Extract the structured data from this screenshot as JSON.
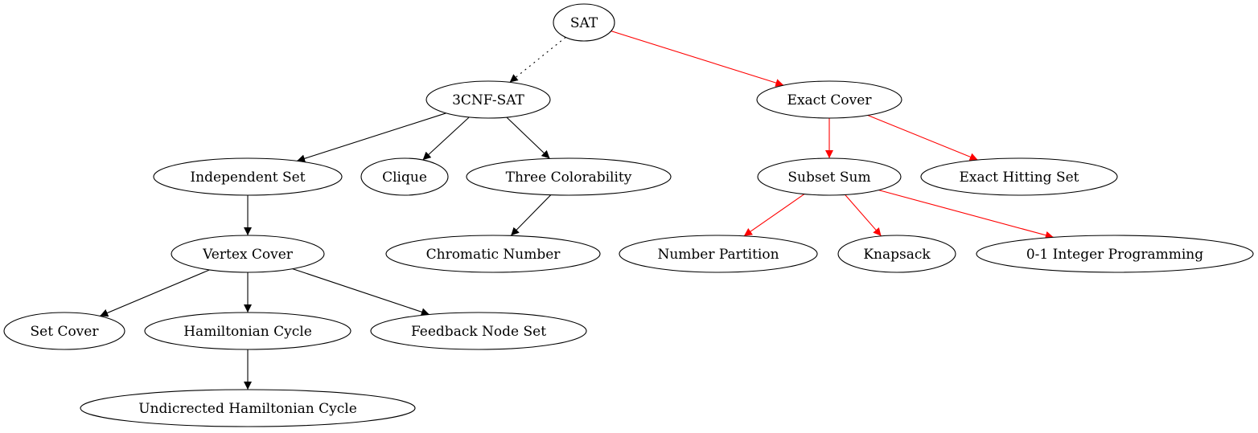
{
  "colors": {
    "default_edge": "#000000",
    "highlight_edge": "#ff0000",
    "node_stroke": "#000000",
    "background": "#ffffff"
  },
  "nodes": [
    {
      "id": "sat",
      "label": "SAT"
    },
    {
      "id": "3cnf",
      "label": "3CNF-SAT"
    },
    {
      "id": "exact-cover",
      "label": "Exact Cover"
    },
    {
      "id": "independent-set",
      "label": "Independent Set"
    },
    {
      "id": "clique",
      "label": "Clique"
    },
    {
      "id": "three-colorability",
      "label": "Three Colorability"
    },
    {
      "id": "subset-sum",
      "label": "Subset Sum"
    },
    {
      "id": "exact-hitting-set",
      "label": "Exact Hitting Set"
    },
    {
      "id": "vertex-cover",
      "label": "Vertex Cover"
    },
    {
      "id": "chromatic-number",
      "label": "Chromatic Number"
    },
    {
      "id": "number-partition",
      "label": "Number Partition"
    },
    {
      "id": "knapsack",
      "label": "Knapsack"
    },
    {
      "id": "integer-programming",
      "label": "0-1 Integer Programming"
    },
    {
      "id": "set-cover",
      "label": "Set Cover"
    },
    {
      "id": "hamiltonian-cycle",
      "label": "Hamiltonian Cycle"
    },
    {
      "id": "feedback-node-set",
      "label": "Feedback Node Set"
    },
    {
      "id": "undirected-hamiltonian-cycle",
      "label": "Undicrected Hamiltonian Cycle"
    }
  ],
  "edges": [
    {
      "from": "sat",
      "to": "3cnf",
      "color": "black",
      "style": "dotted"
    },
    {
      "from": "sat",
      "to": "exact-cover",
      "color": "red",
      "style": "solid"
    },
    {
      "from": "3cnf",
      "to": "independent-set",
      "color": "black",
      "style": "solid"
    },
    {
      "from": "3cnf",
      "to": "clique",
      "color": "black",
      "style": "solid"
    },
    {
      "from": "3cnf",
      "to": "three-colorability",
      "color": "black",
      "style": "solid"
    },
    {
      "from": "exact-cover",
      "to": "subset-sum",
      "color": "red",
      "style": "solid"
    },
    {
      "from": "exact-cover",
      "to": "exact-hitting-set",
      "color": "red",
      "style": "solid"
    },
    {
      "from": "independent-set",
      "to": "vertex-cover",
      "color": "black",
      "style": "solid"
    },
    {
      "from": "three-colorability",
      "to": "chromatic-number",
      "color": "black",
      "style": "solid"
    },
    {
      "from": "subset-sum",
      "to": "number-partition",
      "color": "red",
      "style": "solid"
    },
    {
      "from": "subset-sum",
      "to": "knapsack",
      "color": "red",
      "style": "solid"
    },
    {
      "from": "subset-sum",
      "to": "integer-programming",
      "color": "red",
      "style": "solid"
    },
    {
      "from": "vertex-cover",
      "to": "set-cover",
      "color": "black",
      "style": "solid"
    },
    {
      "from": "vertex-cover",
      "to": "hamiltonian-cycle",
      "color": "black",
      "style": "solid"
    },
    {
      "from": "vertex-cover",
      "to": "feedback-node-set",
      "color": "black",
      "style": "solid"
    },
    {
      "from": "hamiltonian-cycle",
      "to": "undirected-hamiltonian-cycle",
      "color": "black",
      "style": "solid"
    }
  ]
}
